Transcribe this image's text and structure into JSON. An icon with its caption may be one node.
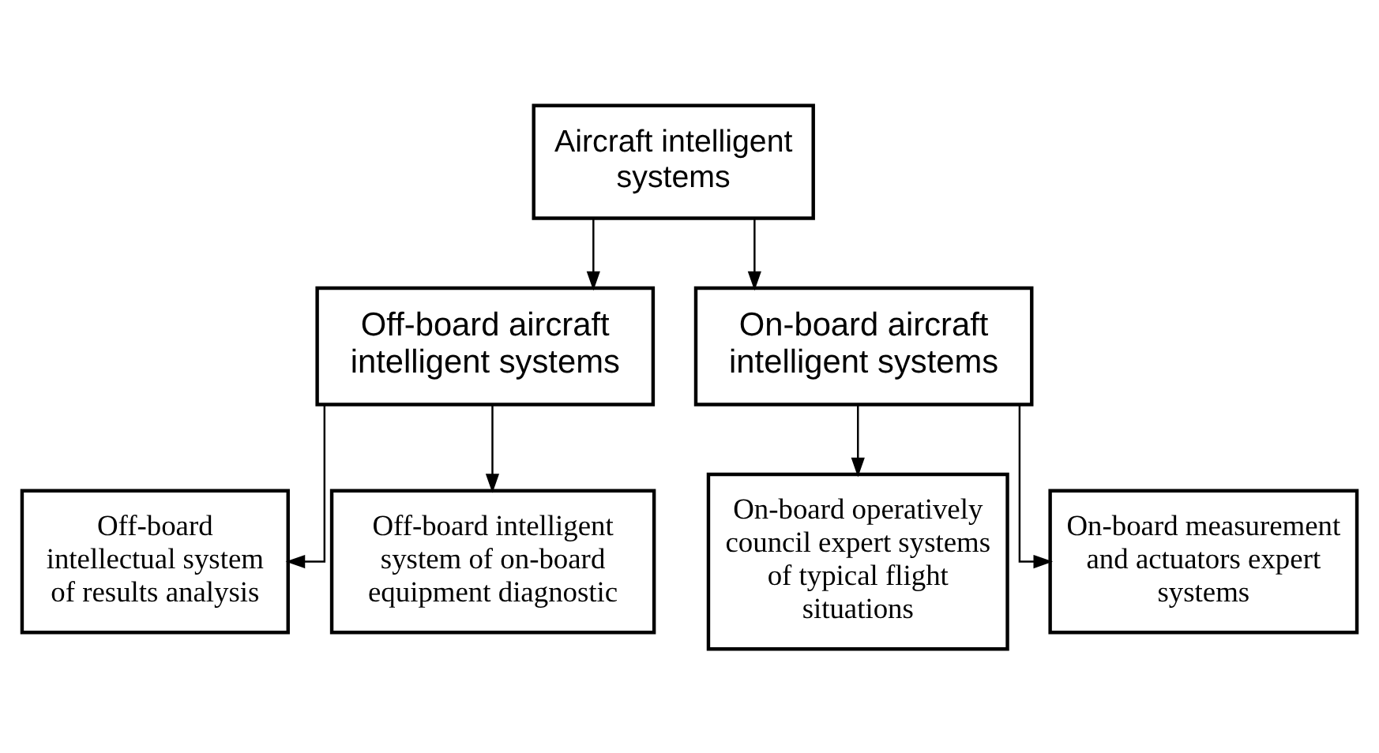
{
  "diagram": {
    "nodes": [
      {
        "text": [
          "Aircraft intelligent systems"
        ]
      },
      {
        "text": [
          "Off-board aircraft intelligent systems"
        ]
      },
      {
        "text": [
          "On-board aircraft intelligent systems"
        ]
      },
      {
        "text": [
          "Off-board intellectual system of results analysis"
        ]
      },
      {
        "text": [
          "Off-board intelligent system of on-board equipment diagnostic"
        ]
      },
      {
        "text": [
          "On-board operatively council expert systems of typical flight situations"
        ]
      },
      {
        "text": [
          "On-board measurement and actuators expert systems"
        ]
      }
    ],
    "edges": [
      {
        "from": 0,
        "to": 1,
        "arrow": "to"
      },
      {
        "from": 0,
        "to": 2,
        "arrow": "to"
      },
      {
        "from": 1,
        "to": 3,
        "arrow": "to"
      },
      {
        "from": 1,
        "to": 4,
        "arrow": "to"
      },
      {
        "from": 2,
        "to": 5,
        "arrow": "to"
      },
      {
        "from": 2,
        "to": 6,
        "arrow": "to"
      }
    ]
  }
}
